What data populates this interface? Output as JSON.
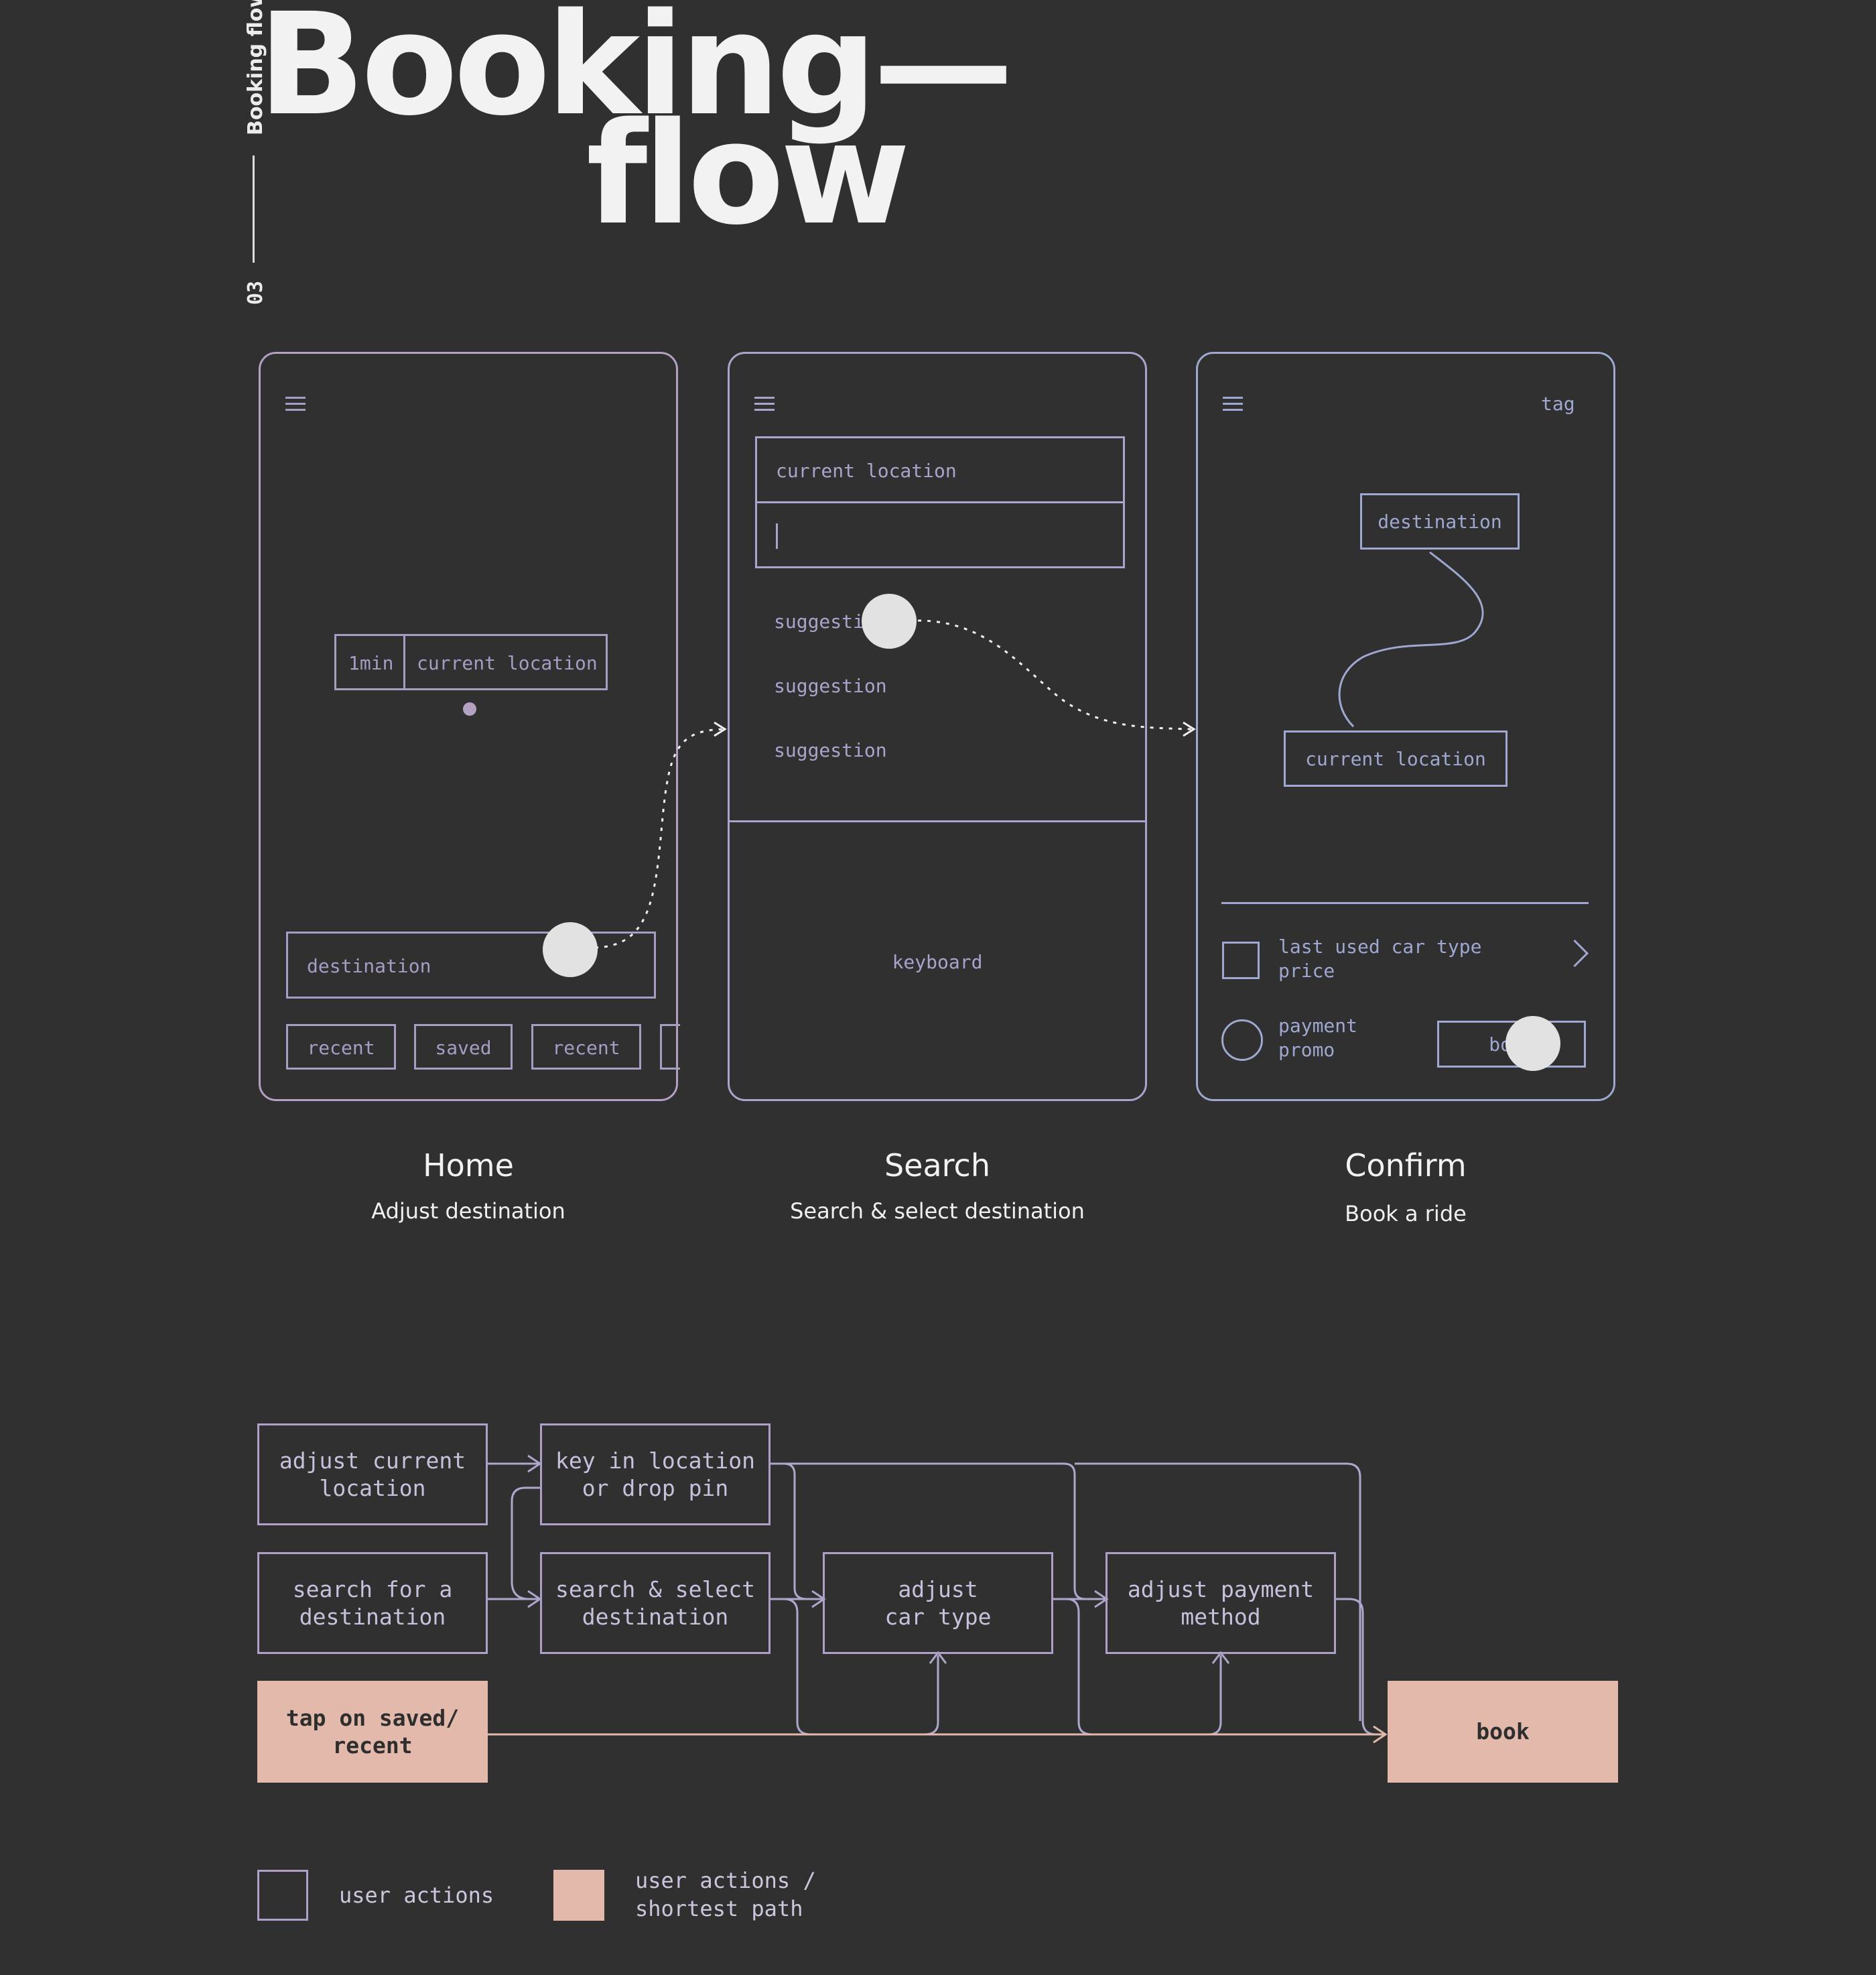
{
  "side_label": {
    "title": "Booking flow",
    "number": "03"
  },
  "title": {
    "line1": "Booking—",
    "line2": "flow"
  },
  "screens": {
    "home": {
      "eta": "1min",
      "location": "current location",
      "destination": "destination",
      "chips": [
        "recent",
        "saved",
        "recent"
      ],
      "caption": "Home",
      "subcaption": "Adjust destination"
    },
    "search": {
      "current_location": "current location",
      "suggestions": [
        "suggestion",
        "suggestion",
        "suggestion"
      ],
      "keyboard": "keyboard",
      "caption": "Search",
      "subcaption": "Search & select destination"
    },
    "confirm": {
      "tag": "tag",
      "destination": "destination",
      "current_location": "current location",
      "car_line1": "last used car type",
      "car_line2": "price",
      "pay_line1": "payment",
      "pay_line2": "promo",
      "book": "book",
      "caption": "Confirm",
      "subcaption": "Book a ride"
    }
  },
  "flow": {
    "adjust_location": "adjust current\nlocation",
    "search_destination": "search for a\ndestination",
    "tap_saved": "tap on saved/\nrecent",
    "key_in": "key in location\nor drop pin",
    "search_select": "search & select\ndestination",
    "adjust_car": "adjust\ncar type",
    "adjust_payment": "adjust payment\nmethod",
    "book": "book"
  },
  "legend": {
    "outline": "user actions",
    "filled": "user actions /\nshortest path"
  },
  "colors": {
    "background": "#303030",
    "wireframe": "#a89cc4",
    "accent": "#e2b9ab",
    "touch": "#e2e2e2"
  }
}
